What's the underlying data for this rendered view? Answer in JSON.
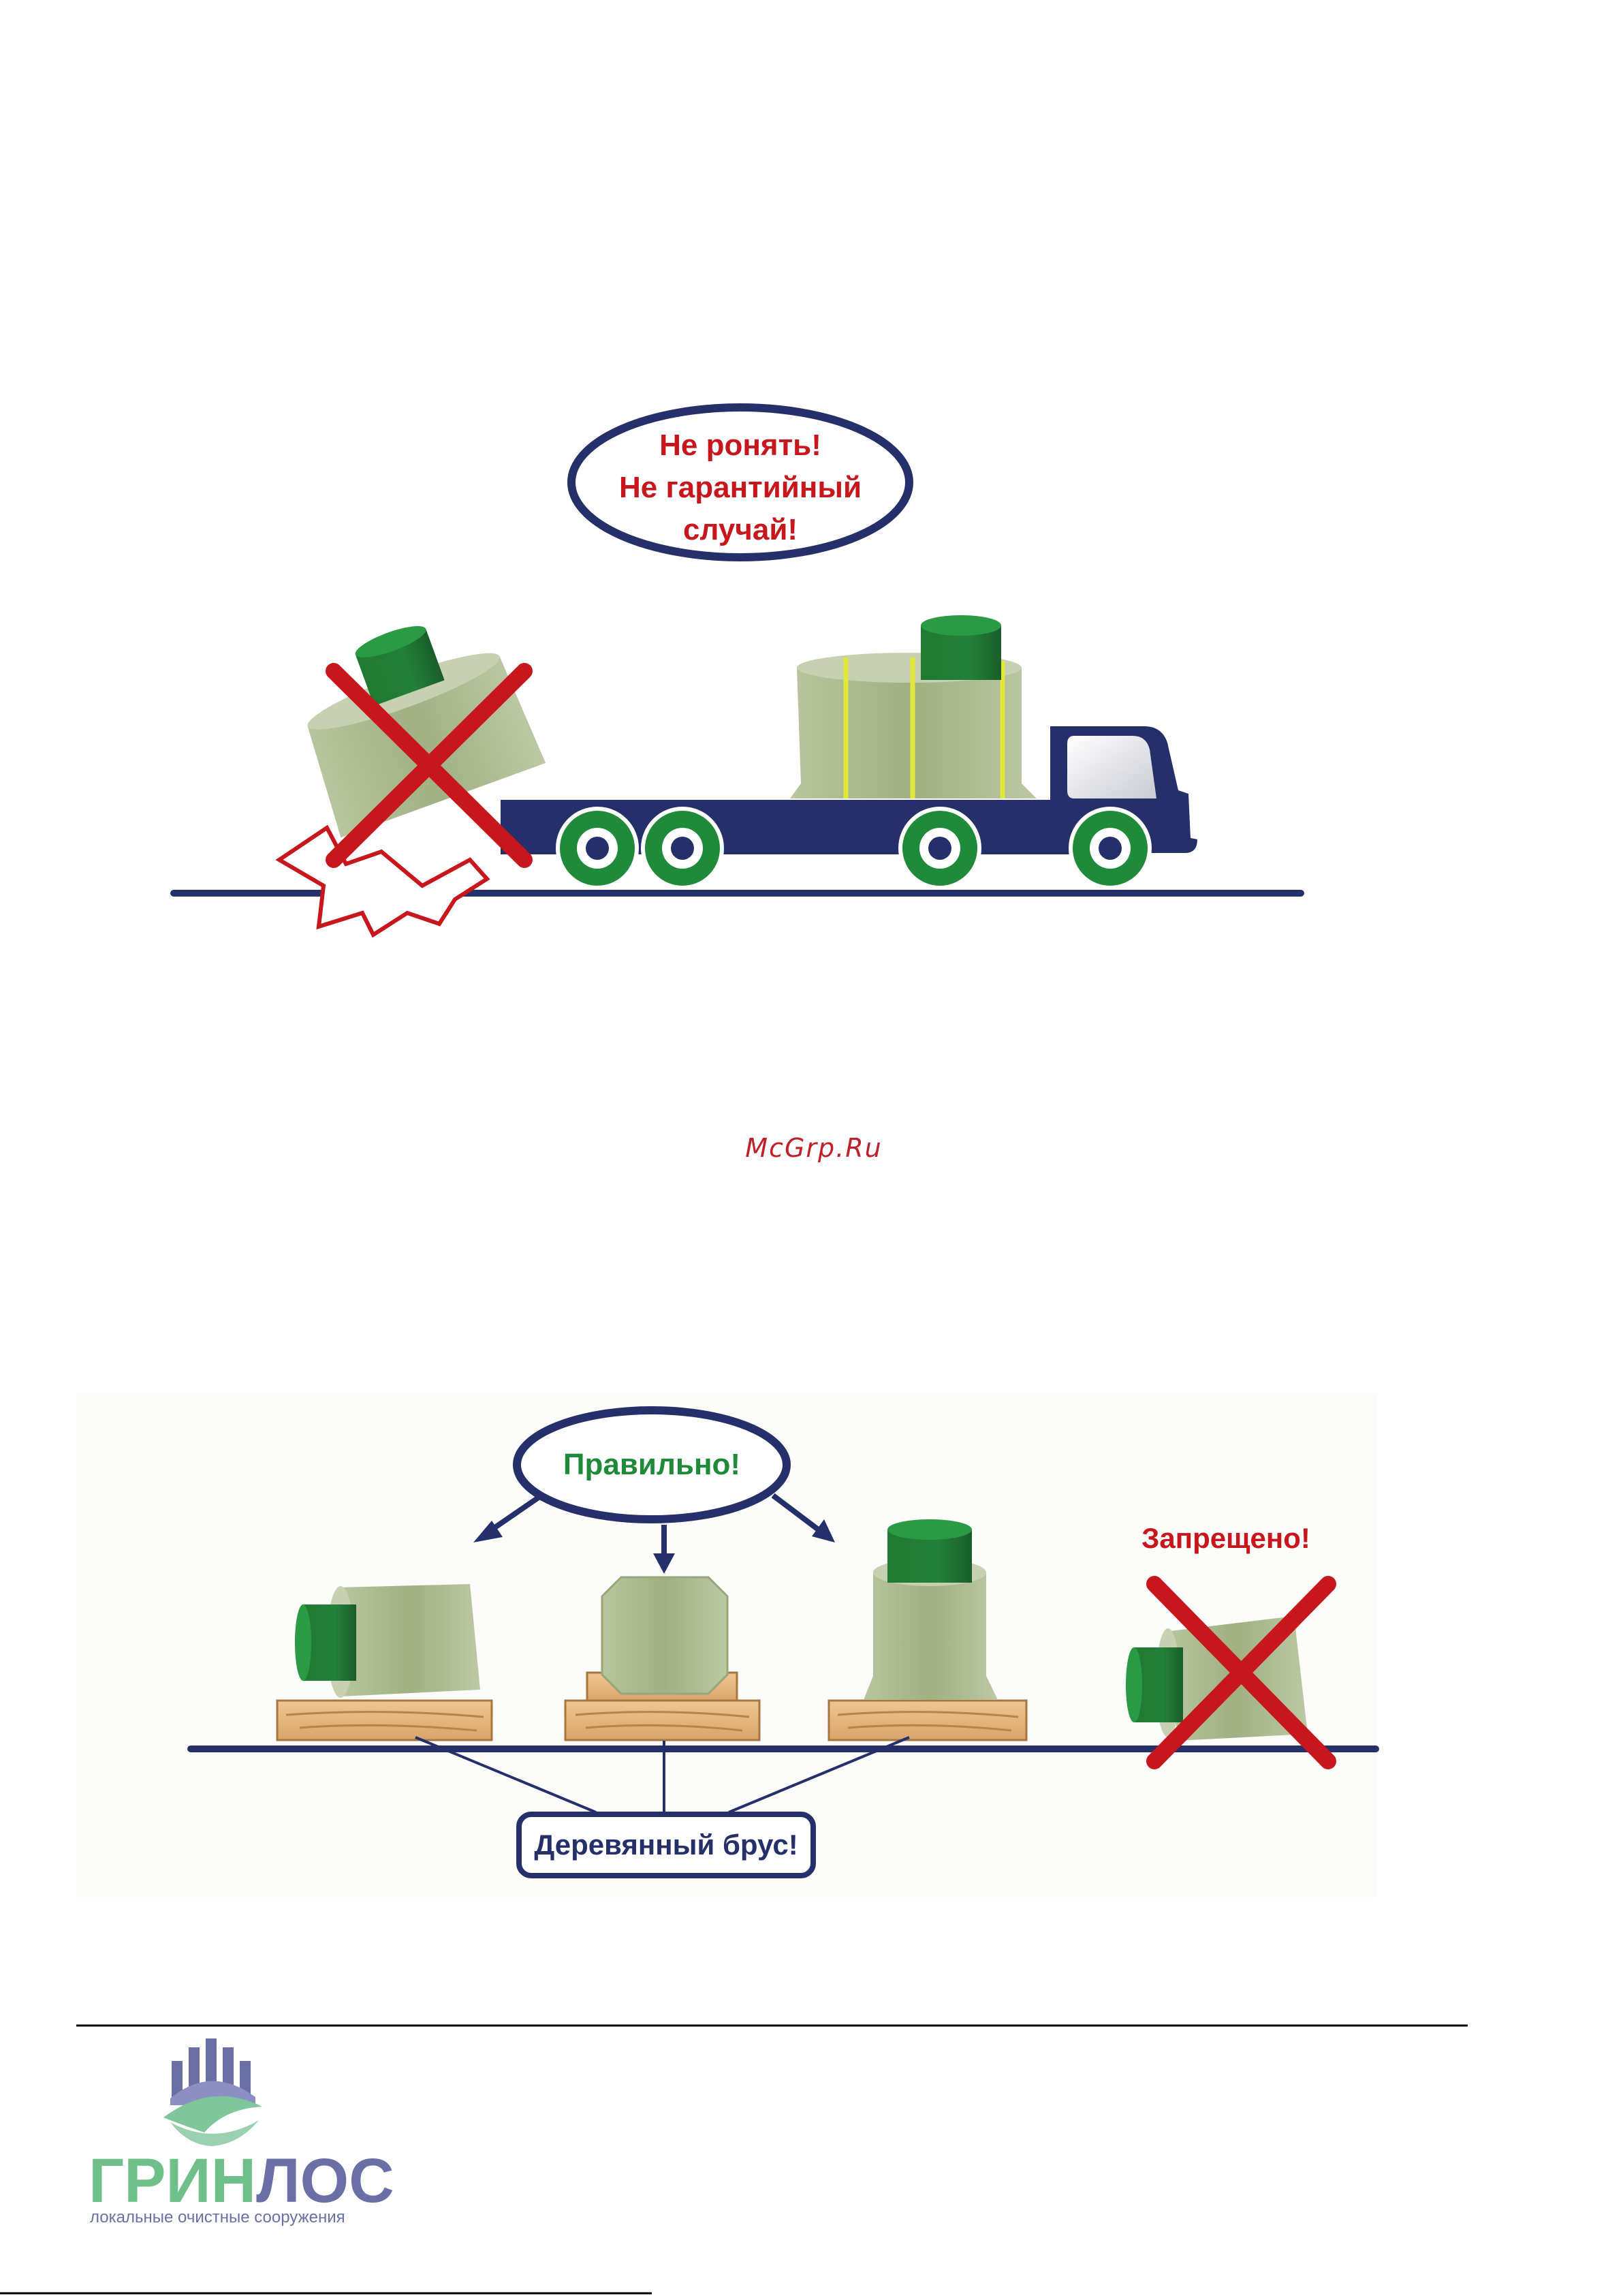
{
  "figure_top": {
    "warning_line1": "Не ронять!",
    "warning_line2": "Не гарантийный",
    "warning_line3": "случай!"
  },
  "watermark": "McGrp.Ru",
  "figure_bottom": {
    "correct_label": "Правильно!",
    "forbidden_label": "Запрещено!",
    "beam_label": "Деревянный брус!"
  },
  "footer": {
    "brand_green": "ГРИН",
    "brand_blue": "ЛОС",
    "tagline": "локальные очистные сооружения"
  },
  "colors": {
    "navy": "#25306a",
    "red": "#c8161d",
    "green": "#1f8a3a",
    "tank": "#a7b58a",
    "wood": "#e2b57c"
  }
}
